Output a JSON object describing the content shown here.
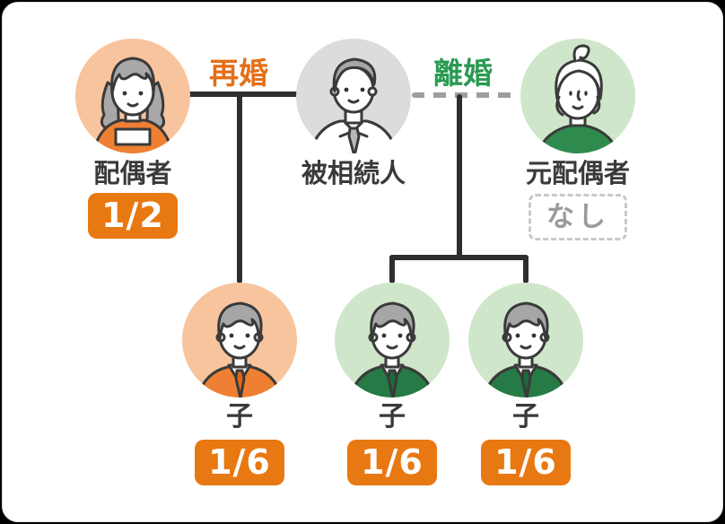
{
  "diagram": {
    "title_context": "inheritance-family-tree",
    "relationships": [
      {
        "label": "再婚",
        "line_style": "solid",
        "color": "#e56f16"
      },
      {
        "label": "離婚",
        "line_style": "dashed",
        "color": "#2a9a53"
      }
    ],
    "generation1": [
      {
        "role": "配偶者",
        "share": "1/2",
        "share_style": "badge",
        "avatar": "woman-long-hair",
        "theme": "orange"
      },
      {
        "role": "被相続人",
        "share": "",
        "share_style": "none",
        "avatar": "man-suit",
        "theme": "gray"
      },
      {
        "role": "元配偶者",
        "share": "なし",
        "share_style": "dashed-box",
        "avatar": "woman-hair-bun",
        "theme": "green"
      }
    ],
    "generation2": [
      {
        "role": "子",
        "share": "1/6",
        "share_style": "badge",
        "avatar": "boy-sweater",
        "theme": "orange"
      },
      {
        "role": "子",
        "share": "1/6",
        "share_style": "badge",
        "avatar": "boy-sweater",
        "theme": "green"
      },
      {
        "role": "子",
        "share": "1/6",
        "share_style": "badge",
        "avatar": "boy-sweater",
        "theme": "green"
      }
    ],
    "colors": {
      "accent_orange": "#e87812",
      "accent_green": "#2a9a53",
      "peach_circle": "#f8c49e",
      "light_green_circle": "#cfe6cb",
      "gray_circle": "#dcdcdc",
      "connector_line": "#2e2e2e",
      "dashed_connector": "#9e9e9e",
      "muted_text": "#9b9b9b",
      "label_text": "#3a3a3a"
    }
  }
}
